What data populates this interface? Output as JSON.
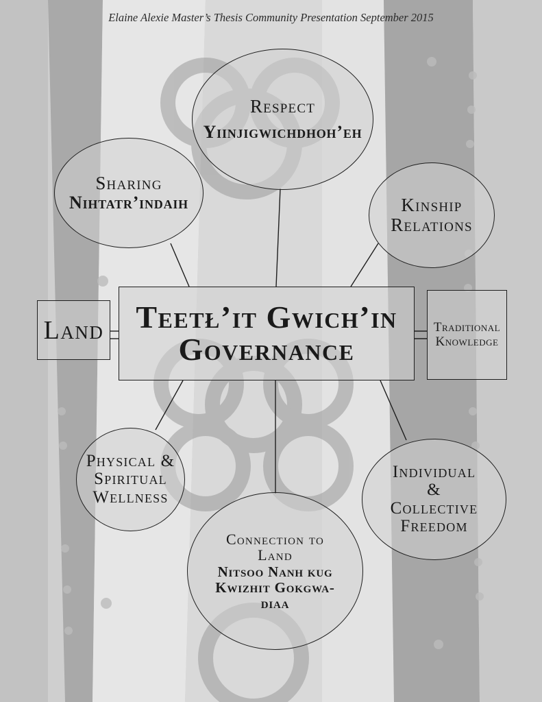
{
  "header": {
    "caption": "Elaine Alexie Master’s Thesis Community Presentation September 2015"
  },
  "center": {
    "title": "Teetł’it Gwich’in\nGovernance"
  },
  "side": {
    "land": "Land",
    "traditional_knowledge": "Traditional\nKnowledge"
  },
  "nodes": {
    "respect": {
      "label": "Respect",
      "translation": "Yiinjigwichdhoh’eh"
    },
    "sharing": {
      "label": "Sharing",
      "translation": "Nihtatr’indaih"
    },
    "kinship": {
      "label": "Kinship\nRelations"
    },
    "wellness": {
      "label": "Physical &\nSpiritual\nWellness"
    },
    "connection": {
      "label": "Connection to\nLand",
      "translation": "Nitsoo Nanh kug\nKwizhit Gokgwa-\ndiaa"
    },
    "freedom": {
      "label": "Individual\n&\nCollective\nFreedom"
    }
  },
  "colors": {
    "background": "#d2d2d2",
    "stroke": "#1e1e1e",
    "text": "#1a1a1a"
  }
}
